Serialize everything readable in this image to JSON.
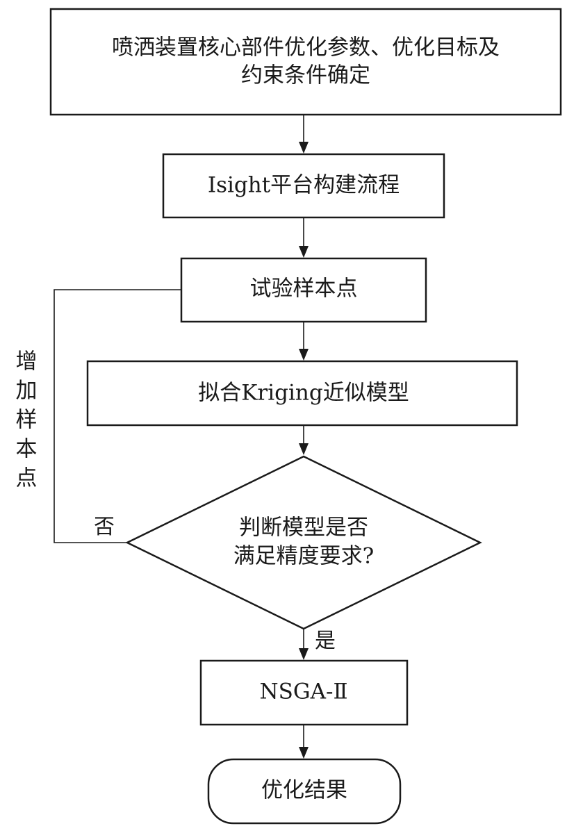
{
  "nodes": {
    "define": {
      "line1": "喷洒装置核心部件优化参数、优化目标及",
      "line2": "约束条件确定"
    },
    "isight": {
      "label": "Isight平台构建流程"
    },
    "samples": {
      "label": "试验样本点"
    },
    "kriging": {
      "label": "拟合Kriging近似模型"
    },
    "decision": {
      "line1": "判断模型是否",
      "line2": "满足精度要求?"
    },
    "nsga": {
      "label": "NSGA-Ⅱ"
    },
    "result": {
      "label": "优化结果"
    }
  },
  "edges": {
    "no_label": "否",
    "yes_label": "是",
    "loop_label": [
      "增",
      "加",
      "样",
      "本",
      "点"
    ]
  }
}
